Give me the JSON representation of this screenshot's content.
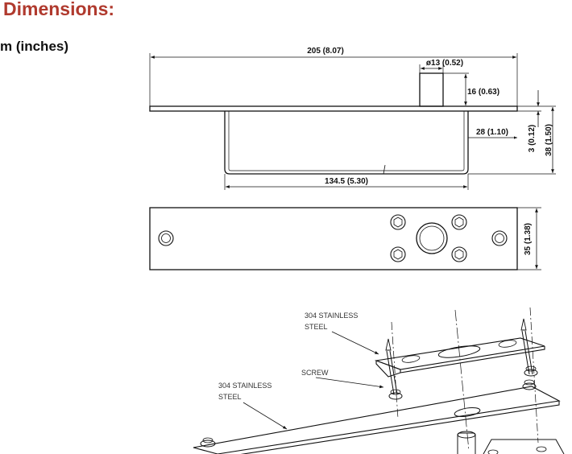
{
  "header": {
    "title": "Dimensions:",
    "units_note": "m (inches)"
  },
  "dimensions": {
    "overall_length": "205 (8.07)",
    "pin_diameter": "ø13 (0.52)",
    "pin_height": "16 (0.63)",
    "plate_thickness": "3 (0.12)",
    "total_height": "38 (1.50)",
    "body_offset": "28 (1.10)",
    "body_length": "134.5 (5.30)",
    "plate_width": "35 (1.38)"
  },
  "exploded_view": {
    "label_top_material_line1": "304 STAINLESS",
    "label_top_material_line2": "STEEL",
    "label_screw": "SCREW",
    "label_plate_material_line1": "304 STAINLESS",
    "label_plate_material_line2": "STEEL"
  },
  "colors": {
    "heading": "#b03a2e",
    "line": "#111111"
  }
}
